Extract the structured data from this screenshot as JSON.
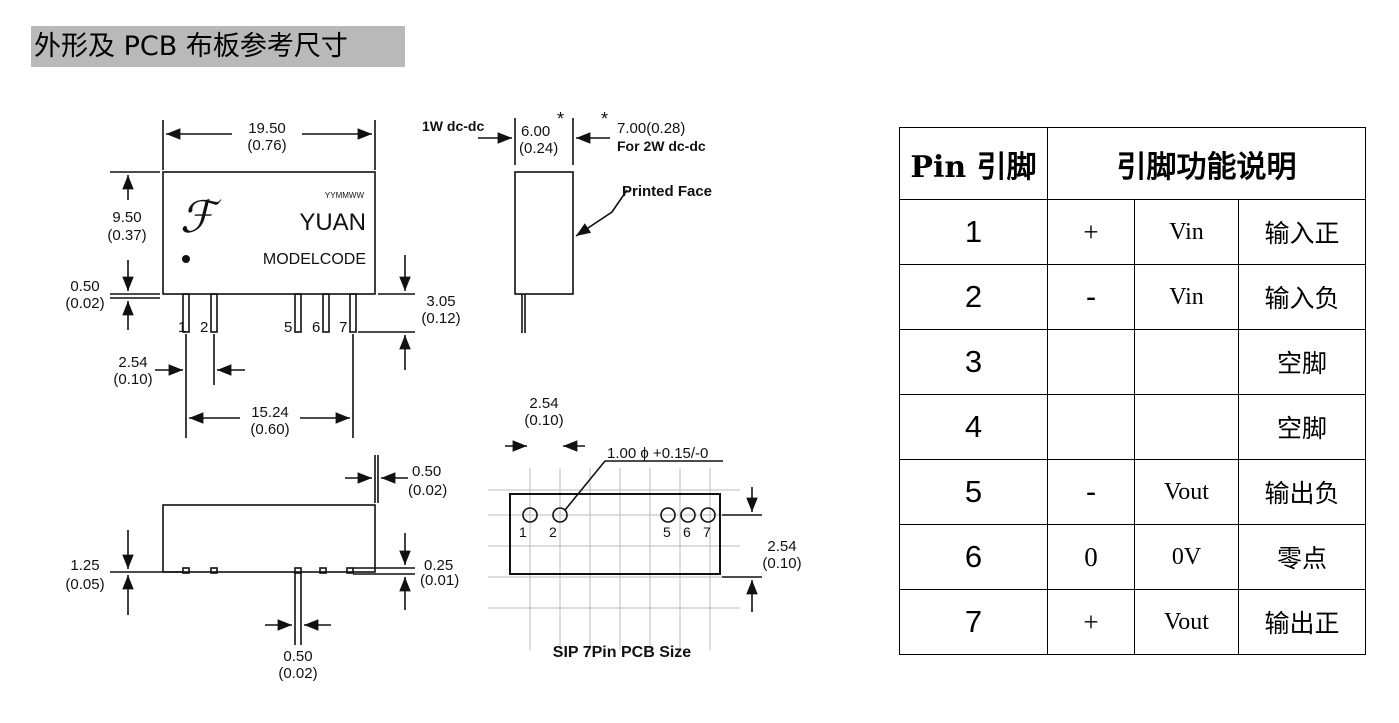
{
  "heading": "外形及 PCB 布板参考尺寸",
  "drawing": {
    "dim_width_mm": "19.50",
    "dim_width_in": "(0.76)",
    "dim_height_mm": "9.50",
    "dim_height_in": "(0.37)",
    "dim_standoff_mm": "0.50",
    "dim_standoff_in": "(0.02)",
    "dim_pinlen_mm": "3.05",
    "dim_pinlen_in": "(0.12)",
    "dim_pitch_mm": "2.54",
    "dim_pitch_in": "(0.10)",
    "dim_span_mm": "15.24",
    "dim_span_in": "(0.60)",
    "logo_text": "YUAN",
    "date_code": "YYMMWW",
    "model_code": "MODELCODE",
    "pin_labels": [
      "1",
      "2",
      "5",
      "6",
      "7"
    ],
    "side_label_1w": "1W dc-dc",
    "side_dim_1w_mm": "6.00",
    "side_dim_1w_in": "(0.24)",
    "asterisk": "*",
    "side_dim_2w": "7.00(0.28)",
    "side_label_2w": "For 2W dc-dc",
    "printed_face": "Printed Face",
    "bottom_dim_top_mm": "0.50",
    "bottom_dim_top_in": "(0.02)",
    "bottom_dim_left_mm": "1.25",
    "bottom_dim_left_in": "(0.05)",
    "bottom_dim_right_mm": "0.25",
    "bottom_dim_right_in": "(0.01)",
    "bottom_dim_pin_mm": "0.50",
    "bottom_dim_pin_in": "(0.02)",
    "pcb_pitch_mm": "2.54",
    "pcb_pitch_in": "(0.10)",
    "pcb_hole_dim": "1.00 ϕ +0.15/-0",
    "pcb_row_mm": "2.54",
    "pcb_row_in": "(0.10)",
    "pcb_caption": "SIP 7Pin  PCB Size"
  },
  "table": {
    "header_pin": "Pin 引脚",
    "header_function": "引脚功能说明",
    "rows": [
      {
        "pin": "1",
        "sign": "+",
        "volt": "Vin",
        "desc": "输入正"
      },
      {
        "pin": "2",
        "sign": "-",
        "volt": "Vin",
        "desc": "输入负"
      },
      {
        "pin": "3",
        "sign": "",
        "volt": "",
        "desc": "空脚"
      },
      {
        "pin": "4",
        "sign": "",
        "volt": "",
        "desc": "空脚"
      },
      {
        "pin": "5",
        "sign": "-",
        "volt": "Vout",
        "desc": "输出负"
      },
      {
        "pin": "6",
        "sign": "0",
        "volt": "0V",
        "desc": "零点"
      },
      {
        "pin": "7",
        "sign": "+",
        "volt": "Vout",
        "desc": "输出正"
      }
    ]
  }
}
